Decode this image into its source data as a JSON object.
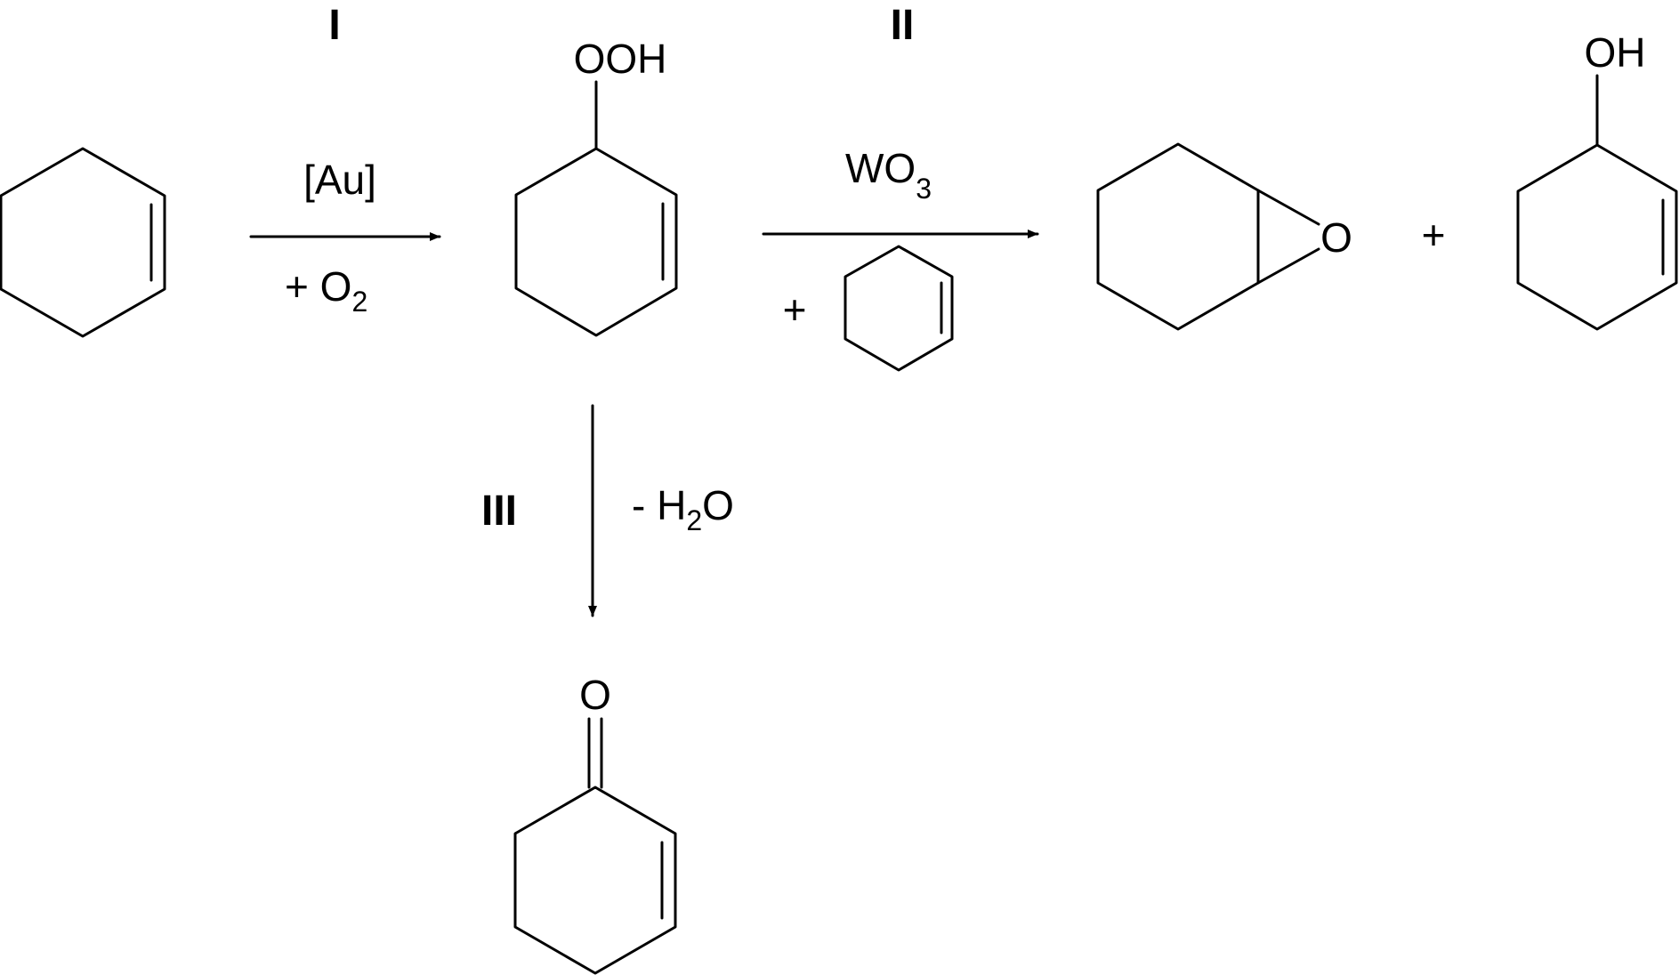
{
  "stages": {
    "I": "I",
    "II": "II",
    "III": "III"
  },
  "step1": {
    "catalyst": "[Au]",
    "reagent_prefix": "+ O",
    "reagent_sub": "2"
  },
  "step2": {
    "catalyst_main": "WO",
    "catalyst_sub": "3",
    "reagent_plus": "+"
  },
  "step3": {
    "reagent_prefix": "- H",
    "reagent_sub": "2",
    "reagent_suffix": "O"
  },
  "atoms": {
    "hydroperoxide": "OOH",
    "epoxide_oxygen": "O",
    "alcohol": "OH",
    "ketone_oxygen": "O"
  },
  "product_plus": "+"
}
